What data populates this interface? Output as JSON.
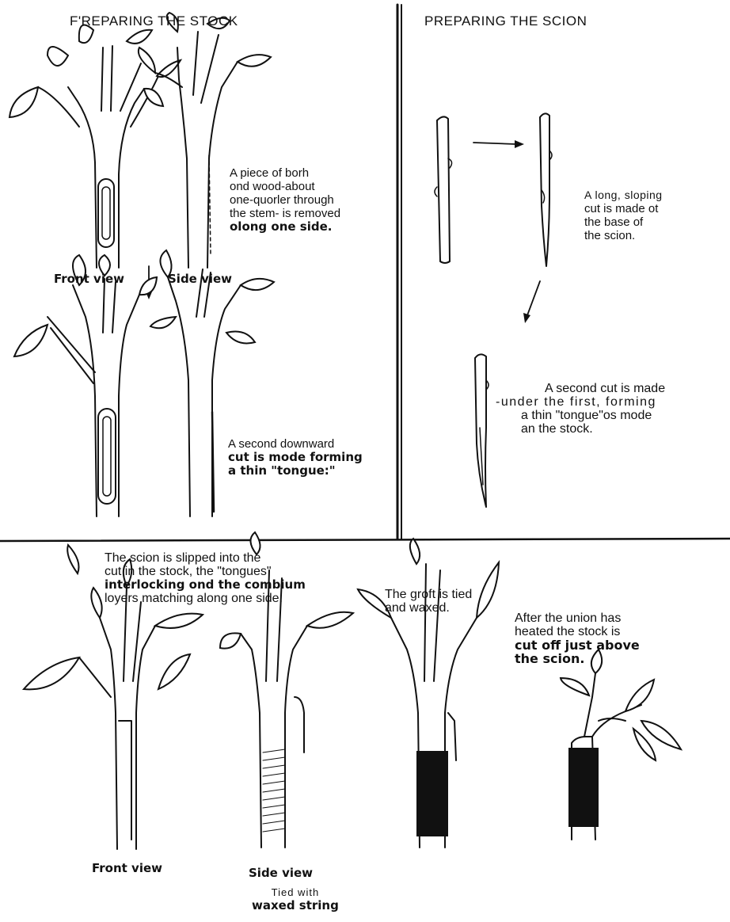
{
  "stock_section": {
    "title": "F'REPARING THE STOCK",
    "step1_note": [
      "A piece of borh",
      "ond  wood-about",
      "one-quorler through",
      "the stem- is removed",
      "olong one side."
    ],
    "front_view_label": "Front view",
    "side_view_label": "Side view",
    "step2_note": [
      "A second downward",
      "cut is mode forming",
      "a thin \"tongue:\""
    ]
  },
  "scion_section": {
    "title": "PREPARING  THE  SCION",
    "step1_note": [
      "A long, sloping",
      "cut is made ot",
      "the base of",
      "the scion."
    ],
    "step2_note": [
      "A second cut is made",
      "-under  the  first,  forming",
      "a thin \"tongue\"os mode",
      "an the stock."
    ]
  },
  "assembly_section": {
    "join_note": [
      "The scion is slipped into the",
      "cut in the stock, the \"tongues\"",
      "interlocking ond the combium",
      "loyers matching along one side."
    ],
    "tie_note": [
      "The groft is tied",
      "and waxed."
    ],
    "final_note": [
      "After the union has",
      "heated the stock is",
      "cut off just above",
      "the scion."
    ],
    "front_view_label": "Front view",
    "side_view_label": "Side view",
    "side_view_caption": [
      "Tied  with",
      "waxed string"
    ]
  }
}
